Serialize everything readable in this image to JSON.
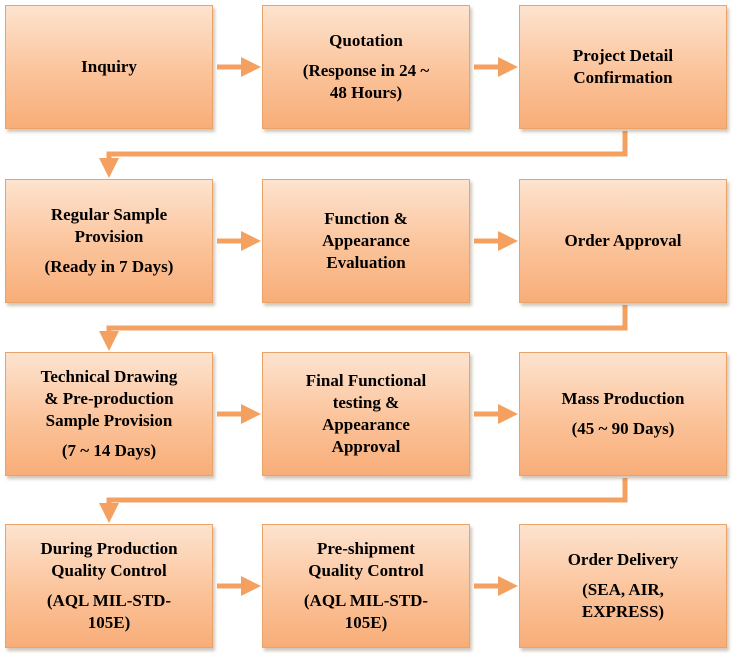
{
  "colors": {
    "box_fill_top": "#fde3cf",
    "box_fill_bottom": "#f8ad78",
    "box_border": "#e9a46a",
    "arrow": "#f4a060"
  },
  "steps": [
    {
      "id": "inquiry",
      "lines": [
        "Inquiry"
      ],
      "sub": []
    },
    {
      "id": "quotation",
      "lines": [
        "Quotation"
      ],
      "sub": [
        "(Response in 24 ~",
        "48 Hours)"
      ]
    },
    {
      "id": "project-detail-confirmation",
      "lines": [
        "Project Detail",
        "Confirmation"
      ],
      "sub": []
    },
    {
      "id": "regular-sample-provision",
      "lines": [
        "Regular Sample",
        "Provision"
      ],
      "sub": [
        "(Ready in 7 Days)"
      ]
    },
    {
      "id": "function-appearance-evaluation",
      "lines": [
        "Function &",
        "Appearance",
        "Evaluation"
      ],
      "sub": []
    },
    {
      "id": "order-approval",
      "lines": [
        "Order Approval"
      ],
      "sub": []
    },
    {
      "id": "technical-drawing",
      "lines": [
        "Technical Drawing",
        "& Pre-production",
        "Sample Provision"
      ],
      "sub": [
        "(7 ~ 14 Days)"
      ]
    },
    {
      "id": "final-functional-testing",
      "lines": [
        "Final Functional",
        "testing &",
        "Appearance",
        "Approval"
      ],
      "sub": []
    },
    {
      "id": "mass-production",
      "lines": [
        "Mass Production"
      ],
      "sub": [
        "(45 ~ 90 Days)"
      ]
    },
    {
      "id": "during-production-qc",
      "lines": [
        "During Production",
        "Quality Control"
      ],
      "sub": [
        "(AQL MIL-STD-",
        "105E)"
      ]
    },
    {
      "id": "pre-shipment-qc",
      "lines": [
        "Pre-shipment",
        "Quality Control"
      ],
      "sub": [
        "(AQL MIL-STD-",
        "105E)"
      ]
    },
    {
      "id": "order-delivery",
      "lines": [
        "Order Delivery"
      ],
      "sub": [
        "(SEA, AIR,",
        "EXPRESS)"
      ]
    }
  ]
}
